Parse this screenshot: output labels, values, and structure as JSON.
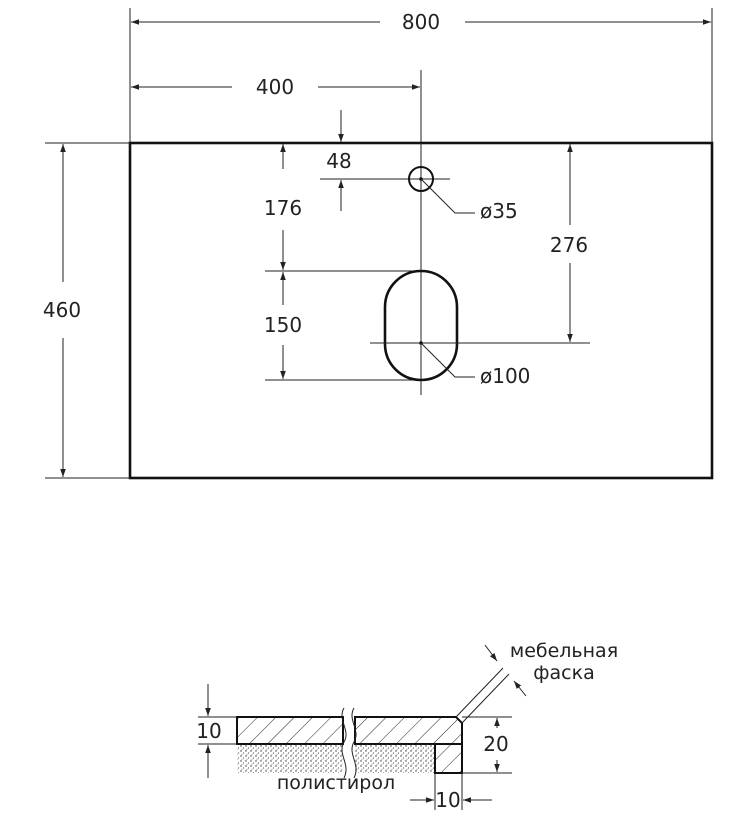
{
  "top_view": {
    "width_label": "800",
    "half_width_label": "400",
    "height_label": "460",
    "tap_offset_label": "48",
    "tap_to_basin_label": "176",
    "tap_diameter_label": "ø35",
    "basin_center_label": "276",
    "basin_height_label": "150",
    "basin_diameter_label": "ø100"
  },
  "section_view": {
    "top_layer_label": "10",
    "edge_height_label": "20",
    "edge_depth_label": "10",
    "chamfer_label_line1": "мебельная",
    "chamfer_label_line2": "фаска",
    "core_label": "полистирол"
  },
  "colors": {
    "line": "#111111",
    "text": "#222222",
    "background": "#ffffff"
  }
}
